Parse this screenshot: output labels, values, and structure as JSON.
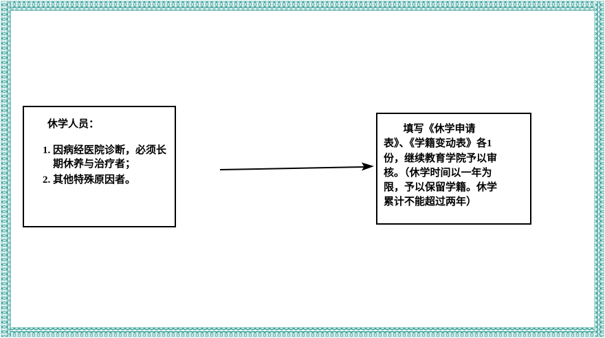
{
  "diagram": {
    "left_box": {
      "title": "休学人员：",
      "items": [
        "因病经医院诊断，必须长期休养与治疗者；",
        "其他特殊原因者。"
      ]
    },
    "right_box": {
      "lines": [
        "填写《休学申请",
        "表》、《学籍变动表》各1",
        "份，继续教育学院予以审",
        "核。（休学时间以一年为",
        "限，予以保留学籍。休学",
        "累计不能超过两年）"
      ]
    },
    "arrow": {
      "direction": "left-to-right"
    }
  },
  "theme": {
    "border_teal": "#3a9e98",
    "border_light": "#bfe4e2",
    "border_bg": "#f0faf9",
    "box_border": "#000000",
    "background": "#ffffff"
  }
}
